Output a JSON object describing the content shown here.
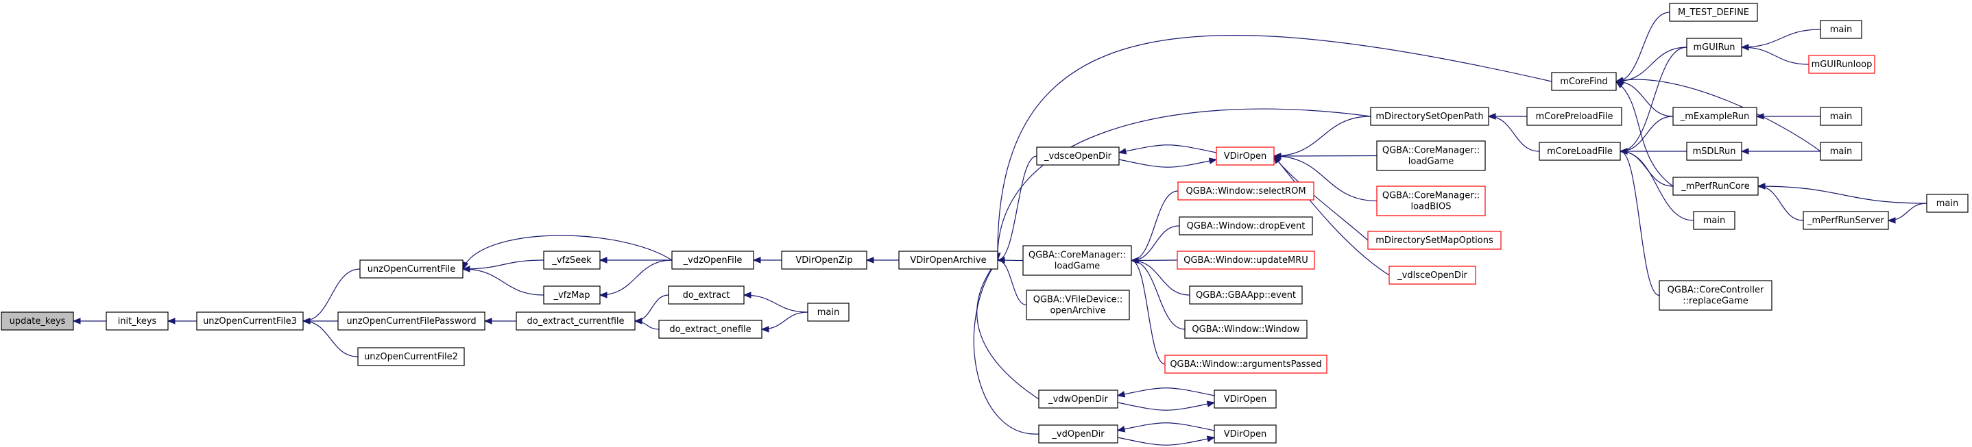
{
  "colors": {
    "edge": "#191970",
    "box_border": "#000000",
    "truncated_border": "#ff0000",
    "highlight_fill": "#bfbfbf",
    "background": "#ffffff"
  },
  "diagram": {
    "nodes": [
      {
        "id": "update_keys",
        "lines": [
          "update_keys"
        ],
        "style": "highlight"
      },
      {
        "id": "init_keys",
        "lines": [
          "init_keys"
        ],
        "style": "normal"
      },
      {
        "id": "unzOpenCurrentFile3",
        "lines": [
          "unzOpenCurrentFile3"
        ],
        "style": "normal"
      },
      {
        "id": "unzOpenCurrentFile",
        "lines": [
          "unzOpenCurrentFile"
        ],
        "style": "normal"
      },
      {
        "id": "unzOpenCurrentFilePassword",
        "lines": [
          "unzOpenCurrentFilePassword"
        ],
        "style": "normal"
      },
      {
        "id": "unzOpenCurrentFile2",
        "lines": [
          "unzOpenCurrentFile2"
        ],
        "style": "normal"
      },
      {
        "id": "_vfzSeek",
        "lines": [
          "_vfzSeek"
        ],
        "style": "normal"
      },
      {
        "id": "_vfzMap",
        "lines": [
          "_vfzMap"
        ],
        "style": "normal"
      },
      {
        "id": "do_extract_currentfile",
        "lines": [
          "do_extract_currentfile"
        ],
        "style": "normal"
      },
      {
        "id": "_vdzOpenFile",
        "lines": [
          "_vdzOpenFile"
        ],
        "style": "normal"
      },
      {
        "id": "do_extract",
        "lines": [
          "do_extract"
        ],
        "style": "normal"
      },
      {
        "id": "do_extract_onefile",
        "lines": [
          "do_extract_onefile"
        ],
        "style": "normal"
      },
      {
        "id": "main_zip",
        "lines": [
          "main"
        ],
        "style": "normal"
      },
      {
        "id": "VDirOpenZip",
        "lines": [
          "VDirOpenZip"
        ],
        "style": "normal"
      },
      {
        "id": "VDirOpenArchive",
        "lines": [
          "VDirOpenArchive"
        ],
        "style": "normal"
      },
      {
        "id": "_vdsceOpenDir",
        "lines": [
          "_vdsceOpenDir"
        ],
        "style": "normal"
      },
      {
        "id": "CoreManager_loadGame_a",
        "lines": [
          "QGBA::CoreManager::",
          "loadGame"
        ],
        "style": "normal"
      },
      {
        "id": "VFileDevice_openArchive",
        "lines": [
          "QGBA::VFileDevice::",
          "openArchive"
        ],
        "style": "normal"
      },
      {
        "id": "_vdwOpenDir",
        "lines": [
          "_vdwOpenDir"
        ],
        "style": "normal"
      },
      {
        "id": "_vdOpenDir",
        "lines": [
          "_vdOpenDir"
        ],
        "style": "normal"
      },
      {
        "id": "VDirOpen_red",
        "lines": [
          "VDirOpen"
        ],
        "style": "truncated"
      },
      {
        "id": "Window_selectROM",
        "lines": [
          "QGBA::Window::selectROM"
        ],
        "style": "truncated"
      },
      {
        "id": "Window_dropEvent",
        "lines": [
          "QGBA::Window::dropEvent"
        ],
        "style": "normal"
      },
      {
        "id": "Window_updateMRU",
        "lines": [
          "QGBA::Window::updateMRU"
        ],
        "style": "truncated"
      },
      {
        "id": "GBAApp_event",
        "lines": [
          "QGBA::GBAApp::event"
        ],
        "style": "normal"
      },
      {
        "id": "Window_Window",
        "lines": [
          "QGBA::Window::Window"
        ],
        "style": "normal"
      },
      {
        "id": "Window_argumentsPassed",
        "lines": [
          "QGBA::Window::argumentsPassed"
        ],
        "style": "truncated"
      },
      {
        "id": "VDirOpen_w",
        "lines": [
          "VDirOpen"
        ],
        "style": "normal"
      },
      {
        "id": "VDirOpen_d",
        "lines": [
          "VDirOpen"
        ],
        "style": "normal"
      },
      {
        "id": "mDirectorySetOpenPath",
        "lines": [
          "mDirectorySetOpenPath"
        ],
        "style": "normal"
      },
      {
        "id": "CoreManager_loadGame_b",
        "lines": [
          "QGBA::CoreManager::",
          "loadGame"
        ],
        "style": "normal"
      },
      {
        "id": "CoreManager_loadBIOS",
        "lines": [
          "QGBA::CoreManager::",
          "loadBIOS"
        ],
        "style": "truncated"
      },
      {
        "id": "mDirectorySetMapOptions",
        "lines": [
          "mDirectorySetMapOptions"
        ],
        "style": "truncated"
      },
      {
        "id": "_vdlsceOpenDir",
        "lines": [
          "_vdlsceOpenDir"
        ],
        "style": "truncated"
      },
      {
        "id": "mCoreFind",
        "lines": [
          "mCoreFind"
        ],
        "style": "normal"
      },
      {
        "id": "mCorePreloadFile",
        "lines": [
          "mCorePreloadFile"
        ],
        "style": "normal"
      },
      {
        "id": "mCoreLoadFile",
        "lines": [
          "mCoreLoadFile"
        ],
        "style": "normal"
      },
      {
        "id": "M_TEST_DEFINE",
        "lines": [
          "M_TEST_DEFINE"
        ],
        "style": "normal"
      },
      {
        "id": "mGUIRun",
        "lines": [
          "mGUIRun"
        ],
        "style": "normal"
      },
      {
        "id": "_mExampleRun",
        "lines": [
          "_mExampleRun"
        ],
        "style": "normal"
      },
      {
        "id": "mSDLRun",
        "lines": [
          "mSDLRun"
        ],
        "style": "normal"
      },
      {
        "id": "_mPerfRunCore",
        "lines": [
          "_mPerfRunCore"
        ],
        "style": "normal"
      },
      {
        "id": "main_lf",
        "lines": [
          "main"
        ],
        "style": "normal"
      },
      {
        "id": "CoreController_replaceGame",
        "lines": [
          "QGBA::CoreController",
          "::replaceGame"
        ],
        "style": "normal"
      },
      {
        "id": "main_gui",
        "lines": [
          "main"
        ],
        "style": "normal"
      },
      {
        "id": "mGUIRunloop",
        "lines": [
          "mGUIRunloop"
        ],
        "style": "truncated"
      },
      {
        "id": "main_ex",
        "lines": [
          "main"
        ],
        "style": "normal"
      },
      {
        "id": "main_sdl",
        "lines": [
          "main"
        ],
        "style": "normal"
      },
      {
        "id": "_mPerfRunServer",
        "lines": [
          "_mPerfRunServer"
        ],
        "style": "normal"
      },
      {
        "id": "main_perf",
        "lines": [
          "main"
        ],
        "style": "normal"
      }
    ],
    "edges": [
      {
        "from": "init_keys",
        "to": "update_keys"
      },
      {
        "from": "unzOpenCurrentFile3",
        "to": "init_keys"
      },
      {
        "from": "unzOpenCurrentFile",
        "to": "unzOpenCurrentFile3"
      },
      {
        "from": "unzOpenCurrentFilePassword",
        "to": "unzOpenCurrentFile3"
      },
      {
        "from": "unzOpenCurrentFile2",
        "to": "unzOpenCurrentFile3"
      },
      {
        "from": "_vfzSeek",
        "to": "unzOpenCurrentFile"
      },
      {
        "from": "_vfzMap",
        "to": "unzOpenCurrentFile"
      },
      {
        "from": "_vdzOpenFile",
        "to": "unzOpenCurrentFile"
      },
      {
        "from": "do_extract_currentfile",
        "to": "unzOpenCurrentFilePassword"
      },
      {
        "from": "_vdzOpenFile",
        "to": "_vfzSeek"
      },
      {
        "from": "_vdzOpenFile",
        "to": "_vfzMap"
      },
      {
        "from": "do_extract",
        "to": "do_extract_currentfile"
      },
      {
        "from": "do_extract_onefile",
        "to": "do_extract_currentfile"
      },
      {
        "from": "main_zip",
        "to": "do_extract"
      },
      {
        "from": "main_zip",
        "to": "do_extract_onefile"
      },
      {
        "from": "VDirOpenZip",
        "to": "_vdzOpenFile"
      },
      {
        "from": "VDirOpenArchive",
        "to": "VDirOpenZip"
      },
      {
        "from": "_vdsceOpenDir",
        "to": "VDirOpenArchive"
      },
      {
        "from": "CoreManager_loadGame_a",
        "to": "VDirOpenArchive"
      },
      {
        "from": "VFileDevice_openArchive",
        "to": "VDirOpenArchive"
      },
      {
        "from": "_vdwOpenDir",
        "to": "VDirOpenArchive"
      },
      {
        "from": "_vdOpenDir",
        "to": "VDirOpenArchive"
      },
      {
        "from": "mDirectorySetOpenPath",
        "to": "VDirOpenArchive"
      },
      {
        "from": "mCoreFind",
        "to": "VDirOpenArchive"
      },
      {
        "from": "VDirOpen_red",
        "to": "_vdsceOpenDir"
      },
      {
        "from": "_vdsceOpenDir",
        "to": "VDirOpen_red"
      },
      {
        "from": "Window_selectROM",
        "to": "CoreManager_loadGame_a"
      },
      {
        "from": "Window_dropEvent",
        "to": "CoreManager_loadGame_a"
      },
      {
        "from": "Window_updateMRU",
        "to": "CoreManager_loadGame_a"
      },
      {
        "from": "GBAApp_event",
        "to": "CoreManager_loadGame_a"
      },
      {
        "from": "Window_Window",
        "to": "CoreManager_loadGame_a"
      },
      {
        "from": "Window_argumentsPassed",
        "to": "CoreManager_loadGame_a"
      },
      {
        "from": "VDirOpen_w",
        "to": "_vdwOpenDir"
      },
      {
        "from": "_vdwOpenDir",
        "to": "VDirOpen_w"
      },
      {
        "from": "VDirOpen_d",
        "to": "_vdOpenDir"
      },
      {
        "from": "_vdOpenDir",
        "to": "VDirOpen_d"
      },
      {
        "from": "mDirectorySetOpenPath",
        "to": "VDirOpen_red"
      },
      {
        "from": "CoreManager_loadGame_b",
        "to": "VDirOpen_red"
      },
      {
        "from": "CoreManager_loadBIOS",
        "to": "VDirOpen_red"
      },
      {
        "from": "mDirectorySetMapOptions",
        "to": "VDirOpen_red"
      },
      {
        "from": "_vdlsceOpenDir",
        "to": "VDirOpen_red"
      },
      {
        "from": "mCorePreloadFile",
        "to": "mDirectorySetOpenPath"
      },
      {
        "from": "mCoreLoadFile",
        "to": "mDirectorySetOpenPath"
      },
      {
        "from": "M_TEST_DEFINE",
        "to": "mCoreFind"
      },
      {
        "from": "mGUIRun",
        "to": "mCoreFind"
      },
      {
        "from": "_mExampleRun",
        "to": "mCoreFind"
      },
      {
        "from": "_mPerfRunCore",
        "to": "mCoreFind"
      },
      {
        "from": "main_sdl",
        "to": "mCoreFind"
      },
      {
        "from": "mGUIRun",
        "to": "mCoreLoadFile"
      },
      {
        "from": "_mExampleRun",
        "to": "mCoreLoadFile"
      },
      {
        "from": "mSDLRun",
        "to": "mCoreLoadFile"
      },
      {
        "from": "_mPerfRunCore",
        "to": "mCoreLoadFile"
      },
      {
        "from": "main_lf",
        "to": "mCoreLoadFile"
      },
      {
        "from": "CoreController_replaceGame",
        "to": "mCoreLoadFile"
      },
      {
        "from": "main_gui",
        "to": "mGUIRun"
      },
      {
        "from": "mGUIRunloop",
        "to": "mGUIRun"
      },
      {
        "from": "main_ex",
        "to": "_mExampleRun"
      },
      {
        "from": "main_sdl",
        "to": "mSDLRun"
      },
      {
        "from": "main_perf",
        "to": "_mPerfRunCore"
      },
      {
        "from": "_mPerfRunServer",
        "to": "_mPerfRunCore"
      },
      {
        "from": "main_perf",
        "to": "_mPerfRunServer"
      }
    ]
  }
}
